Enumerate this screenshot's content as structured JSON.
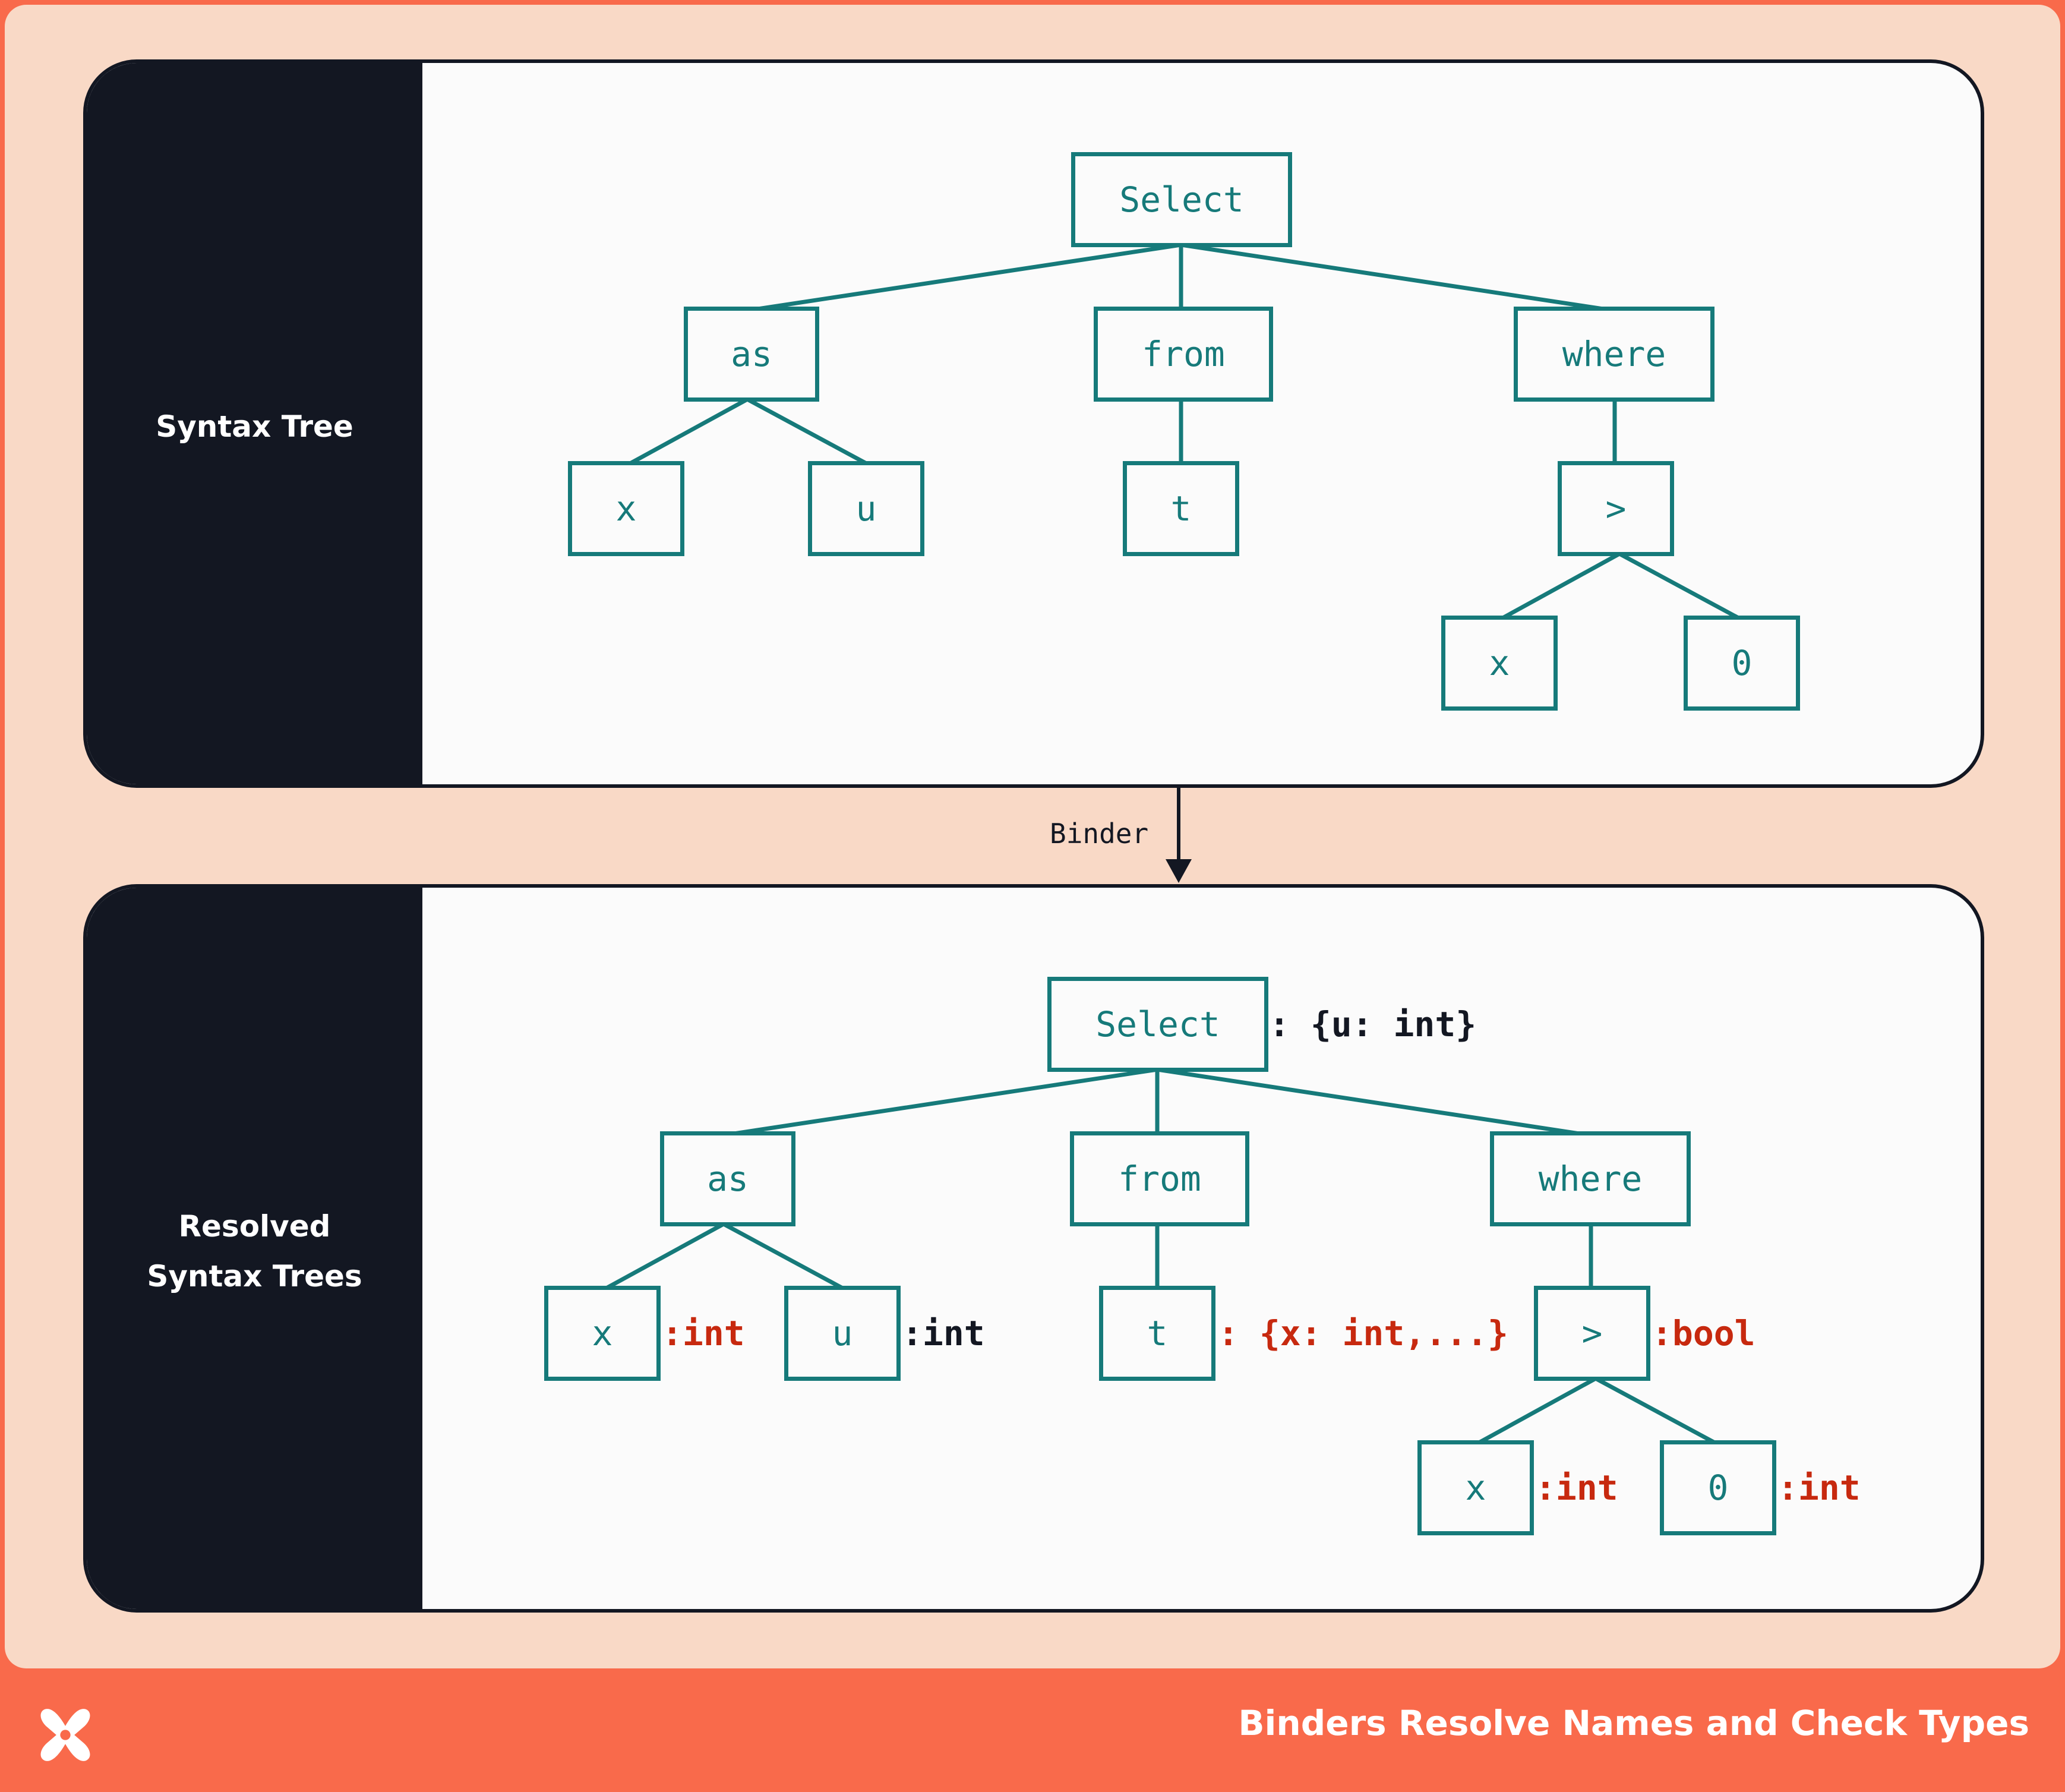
{
  "footer": {
    "title": "Binders Resolve Names and Check Types",
    "logo_icon": "x-logo-icon"
  },
  "colors": {
    "accent": "#f96a4b",
    "background": "#f9d9c6",
    "panel_dark": "#131722",
    "node": "#167a7a",
    "type_red": "#c7290f"
  },
  "arrow": {
    "label": "Binder"
  },
  "panels": {
    "syntax_tree": {
      "label": "Syntax Tree",
      "nodes": {
        "select": "Select",
        "as": "as",
        "from": "from",
        "where": "where",
        "x": "x",
        "u": "u",
        "t": "t",
        "gt": ">",
        "x2": "x",
        "zero": "0"
      }
    },
    "resolved": {
      "label_line1": "Resolved",
      "label_line2": "Syntax Trees",
      "nodes": {
        "select": "Select",
        "as": "as",
        "from": "from",
        "where": "where",
        "x": "x",
        "u": "u",
        "t": "t",
        "gt": ">",
        "x2": "x",
        "zero": "0"
      },
      "annotations": {
        "select": ": {u: int}",
        "x": ":int",
        "u": ":int",
        "t": ": {x: int,...}",
        "gt": ":bool",
        "x2": ":int",
        "zero": ":int"
      }
    }
  }
}
